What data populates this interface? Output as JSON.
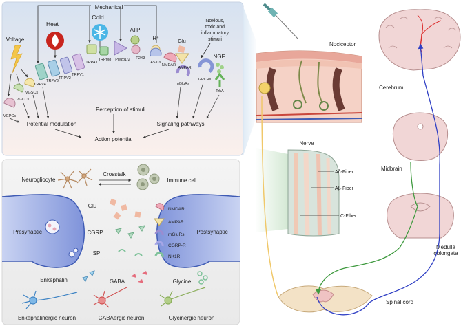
{
  "top_panel": {
    "mechanical": "Mechanical",
    "heat": "Heat",
    "cold": "Cold",
    "atp": "ATP",
    "h_plus": "H⁺",
    "glu": "Glu",
    "noxious_1": "Noxious,",
    "noxious_2": "toxic and",
    "noxious_3": "inflammatory",
    "noxious_4": "stimuli",
    "voltage": "Voltage",
    "ngf": "NGF",
    "channels": {
      "trpv4": "TRPV4",
      "trpv3": "TRPV3",
      "trpv2": "TRPV2",
      "trpv1": "TRPV1",
      "trpa1": "TRPA1",
      "trpm8": "TRPM8",
      "piezo": "Piezo1/2",
      "p2x3": "P2X3",
      "asics": "ASICs",
      "nmdar": "NMDAR",
      "ampar": "AMPAR",
      "mglurs": "mGluRs",
      "gpcrs": "GPCRs",
      "trka": "TrkA",
      "vgscs": "VGSCs",
      "vgccs": "VGCCs",
      "vgpcs": "VGPCs"
    },
    "perception": "Perception of stimuli",
    "potential_modulation": "Potential modulation",
    "signaling_pathways": "Signaling pathways",
    "action_potential": "Action potential"
  },
  "bottom_panel": {
    "neurogliocyte": "Neurogliocyte",
    "crosstalk": "Crosstalk",
    "immune_cell": "Immune cell",
    "presynaptic": "Presynaptic",
    "postsynaptic": "Postsynaptic",
    "glu": "Glu",
    "cgrp": "CGRP",
    "sp": "SP",
    "gaba": "GABA",
    "enkephalin": "Enkephalin",
    "glycine": "Glycine",
    "receptors": {
      "nmdar": "NMDAR",
      "ampar": "AMPAR",
      "mglurs": "mGluRs",
      "cgrp_r": "CGRP-R",
      "nk1r": "NK1R"
    },
    "enk_neuron": "Enkephalinergic neuron",
    "gaba_neuron": "GABAergic neuron",
    "gly_neuron": "Glycinergic neuron"
  },
  "right_panel": {
    "nociceptor": "Nociceptor",
    "nerve": "Nerve",
    "a_delta": "Aδ-Fiber",
    "a_beta": "Aβ-Fiber",
    "c_fiber": "C-Fiber",
    "cerebrum": "Cerebrum",
    "midbrain": "Midbrain",
    "medulla_1": "Medulla",
    "medulla_2": "oblongata",
    "spinal_cord": "Spinal cord"
  },
  "colors": {
    "top_bg": "#dde6f2",
    "bottom_bg": "#efefef",
    "neuron_blue": "#3f5bb4",
    "pathway_blue": "#2f3fc4",
    "pathway_green": "#3f9a3f",
    "nerve_yellow": "#f0c86a",
    "brain_pink": "#f1d6d6",
    "skin_red": "#c9463c"
  }
}
